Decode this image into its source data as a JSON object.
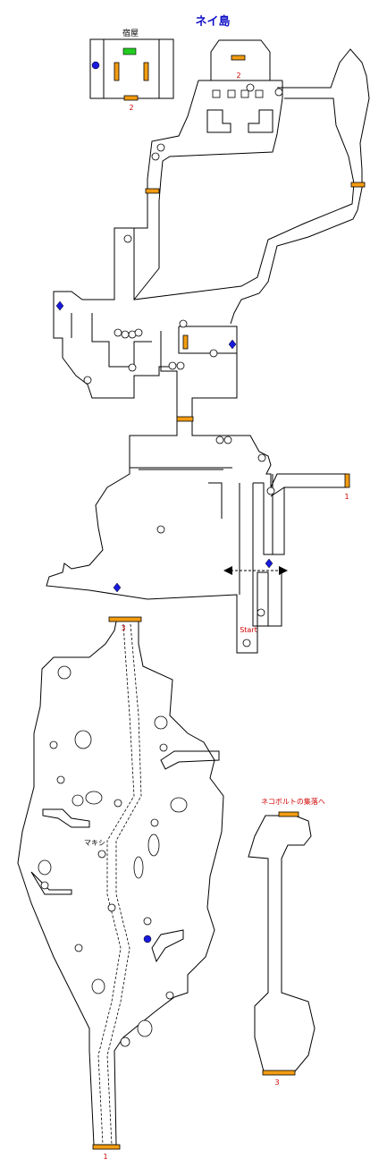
{
  "map": {
    "title": "ネイ島",
    "inn_label": "宿屋",
    "label_start": "Start",
    "label_village": "ネコボルトの集落へ",
    "label_makishi": "マキシ",
    "exit_1": "1",
    "exit_2": "2",
    "exit_3": "3",
    "colors": {
      "title": "#1010c8",
      "label": "#d00000",
      "door": "#f39c12",
      "save": "#1a1adc",
      "green": "#22cc22"
    }
  }
}
